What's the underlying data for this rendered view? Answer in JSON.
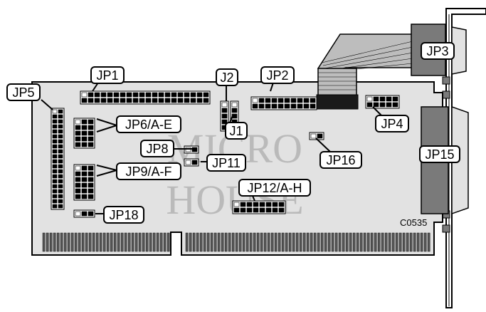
{
  "diagram": {
    "code": "C0535",
    "watermark": {
      "line1": "MICRO",
      "line2": "HOUSE"
    },
    "labels": {
      "jp1": "JP1",
      "jp2": "JP2",
      "j2": "J2",
      "j1": "J1",
      "jp3": "JP3",
      "jp4": "JP4",
      "jp5": "JP5",
      "jp6": "JP6/A-E",
      "jp8": "JP8",
      "jp9": "JP9/A-F",
      "jp11": "JP11",
      "jp12": "JP12/A-H",
      "jp15": "JP15",
      "jp16": "JP16",
      "jp18": "JP18"
    }
  }
}
